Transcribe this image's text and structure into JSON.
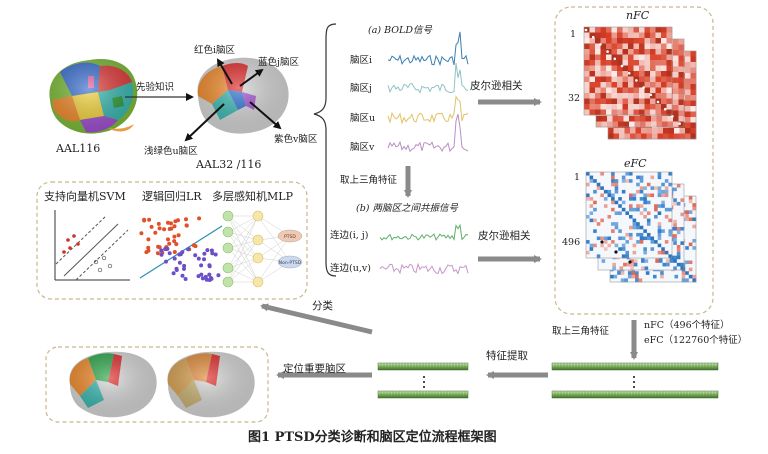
{
  "caption": "图1   PTSD分类诊断和脑区定位流程框架图",
  "brain_left": {
    "label": "AAL116"
  },
  "brain_mid": {
    "label": "AAL32 /116"
  },
  "prior_knowledge": "先验知识",
  "region_labels": {
    "red": "红色i脑区",
    "blue": "蓝色j脑区",
    "green": "浅绿色u脑区",
    "purple": "紫色v脑区"
  },
  "bold_title": "(a) BOLD信号",
  "signals": [
    {
      "label": "脑区i",
      "color": "#3a7fb0"
    },
    {
      "label": "脑区j",
      "color": "#8fc3c7"
    },
    {
      "label": "脑区u",
      "color": "#e0c266"
    },
    {
      "label": "脑区v",
      "color": "#b98fc4"
    }
  ],
  "upper_tri_feature": "取上三角特征",
  "coamp_title": "(b) 两脑区之间共振信号",
  "edges": [
    {
      "label": "连边(i, j)",
      "color": "#5db06a"
    },
    {
      "label": "连边(u,v)",
      "color": "#c896c8"
    }
  ],
  "pearson_1": "皮尔逊相关",
  "pearson_2": "皮尔逊相关",
  "nfc": {
    "title": "nFC",
    "index_start": "1",
    "index_end": "32"
  },
  "efc": {
    "title": "eFC",
    "index_start": "1",
    "index_end": "496"
  },
  "take_upper_tri": "取上三角特征",
  "feature_counts": {
    "nfc": "nFC（496个特征）",
    "efc": "eFC（122760个特征）"
  },
  "feature_extraction": "特征提取",
  "classification": "分类",
  "locate_regions": "定位重要脑区",
  "classifiers": {
    "svm": "支持向量机SVM",
    "lr": "逻辑回归LR",
    "mlp": "多层感知机MLP"
  },
  "mlp_outputs": [
    "PTSD",
    "Non-PTSD"
  ],
  "colors": {
    "dashed_border": "#c8b88a",
    "arrow": "#8a8a8a",
    "heat_red": "#c0392b",
    "heat_blue": "#2f6fb0",
    "feature_bar": "#8fbf6a"
  }
}
